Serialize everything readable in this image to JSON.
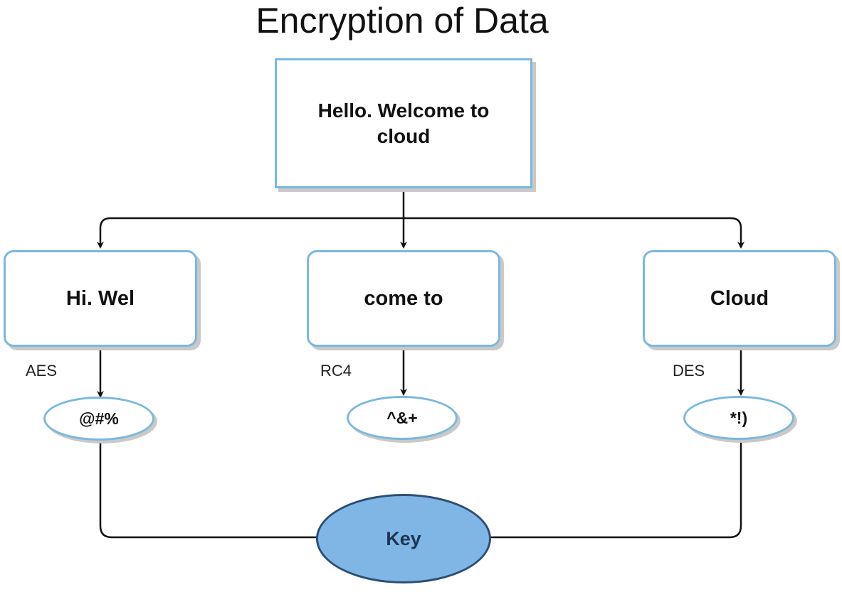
{
  "title": "Encryption of Data",
  "root": {
    "text": "Hello. Welcome to cloud"
  },
  "parts": [
    {
      "text": "Hi. Wel",
      "algorithm": "AES",
      "cipher": "@#%"
    },
    {
      "text": "come to",
      "algorithm": "RC4",
      "cipher": "^&+"
    },
    {
      "text": "Cloud",
      "algorithm": "DES",
      "cipher": "*!)"
    }
  ],
  "key": {
    "text": "Key"
  },
  "colors": {
    "box_border": "#7ab8de",
    "key_fill": "#7fb6e6",
    "key_border": "#2d4f73",
    "line": "#111111"
  }
}
